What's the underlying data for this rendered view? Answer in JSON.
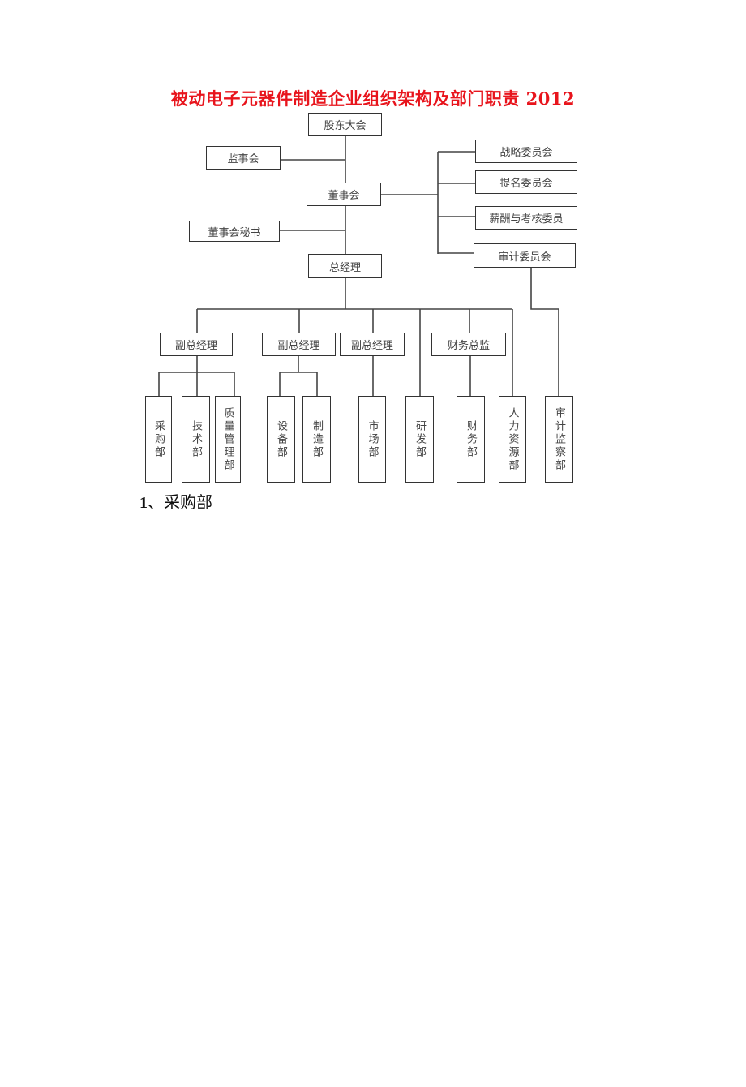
{
  "title": "被动电子元器件制造企业组织架构及部门职责 2012",
  "org_chart": {
    "top": [
      "股东大会",
      "监事会",
      "董事会",
      "董事会秘书",
      "总经理"
    ],
    "committees": [
      "战略委员会",
      "提名委员会",
      "薪酬与考核委员",
      "审计委员会"
    ],
    "managers": [
      "副总经理",
      "副总经理",
      "副总经理",
      "财务总监"
    ],
    "departments": [
      "采购部",
      "技术部",
      "质量管理部",
      "设备部",
      "制造部",
      "市场部",
      "研发部",
      "财务部",
      "人力资源部",
      "审计监察部"
    ]
  },
  "section": {
    "number": "1",
    "sep": "、",
    "label": "采购部"
  }
}
